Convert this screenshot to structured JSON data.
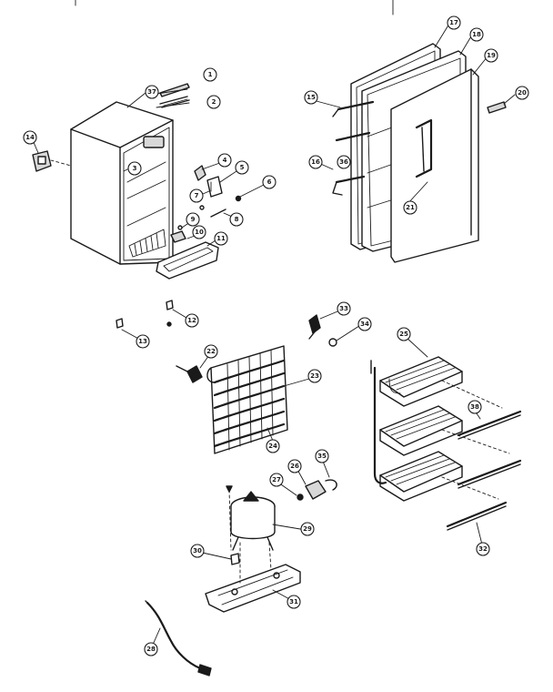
{
  "diagram": {
    "callouts": [
      {
        "id": "c1",
        "label": "1"
      },
      {
        "id": "c2",
        "label": "2"
      },
      {
        "id": "c3",
        "label": "3"
      },
      {
        "id": "c4",
        "label": "4"
      },
      {
        "id": "c5",
        "label": "5"
      },
      {
        "id": "c6",
        "label": "6"
      },
      {
        "id": "c7",
        "label": "7"
      },
      {
        "id": "c8",
        "label": "8"
      },
      {
        "id": "c9",
        "label": "9"
      },
      {
        "id": "c10",
        "label": "10"
      },
      {
        "id": "c11",
        "label": "11"
      },
      {
        "id": "c12",
        "label": "12"
      },
      {
        "id": "c13",
        "label": "13"
      },
      {
        "id": "c14",
        "label": "14"
      },
      {
        "id": "c15",
        "label": "15"
      },
      {
        "id": "c16",
        "label": "16"
      },
      {
        "id": "c17",
        "label": "17"
      },
      {
        "id": "c18",
        "label": "18"
      },
      {
        "id": "c19",
        "label": "19"
      },
      {
        "id": "c20",
        "label": "20"
      },
      {
        "id": "c21",
        "label": "21"
      },
      {
        "id": "c22",
        "label": "22"
      },
      {
        "id": "c23",
        "label": "23"
      },
      {
        "id": "c24",
        "label": "24"
      },
      {
        "id": "c25",
        "label": "25"
      },
      {
        "id": "c26",
        "label": "26"
      },
      {
        "id": "c27",
        "label": "27"
      },
      {
        "id": "c28",
        "label": "28"
      },
      {
        "id": "c29",
        "label": "29"
      },
      {
        "id": "c30",
        "label": "30"
      },
      {
        "id": "c31",
        "label": "31"
      },
      {
        "id": "c32",
        "label": "32"
      },
      {
        "id": "c33",
        "label": "33"
      },
      {
        "id": "c34",
        "label": "34"
      },
      {
        "id": "c35",
        "label": "35"
      },
      {
        "id": "c36",
        "label": "36"
      },
      {
        "id": "c37",
        "label": "37"
      },
      {
        "id": "c38",
        "label": "38"
      }
    ]
  }
}
